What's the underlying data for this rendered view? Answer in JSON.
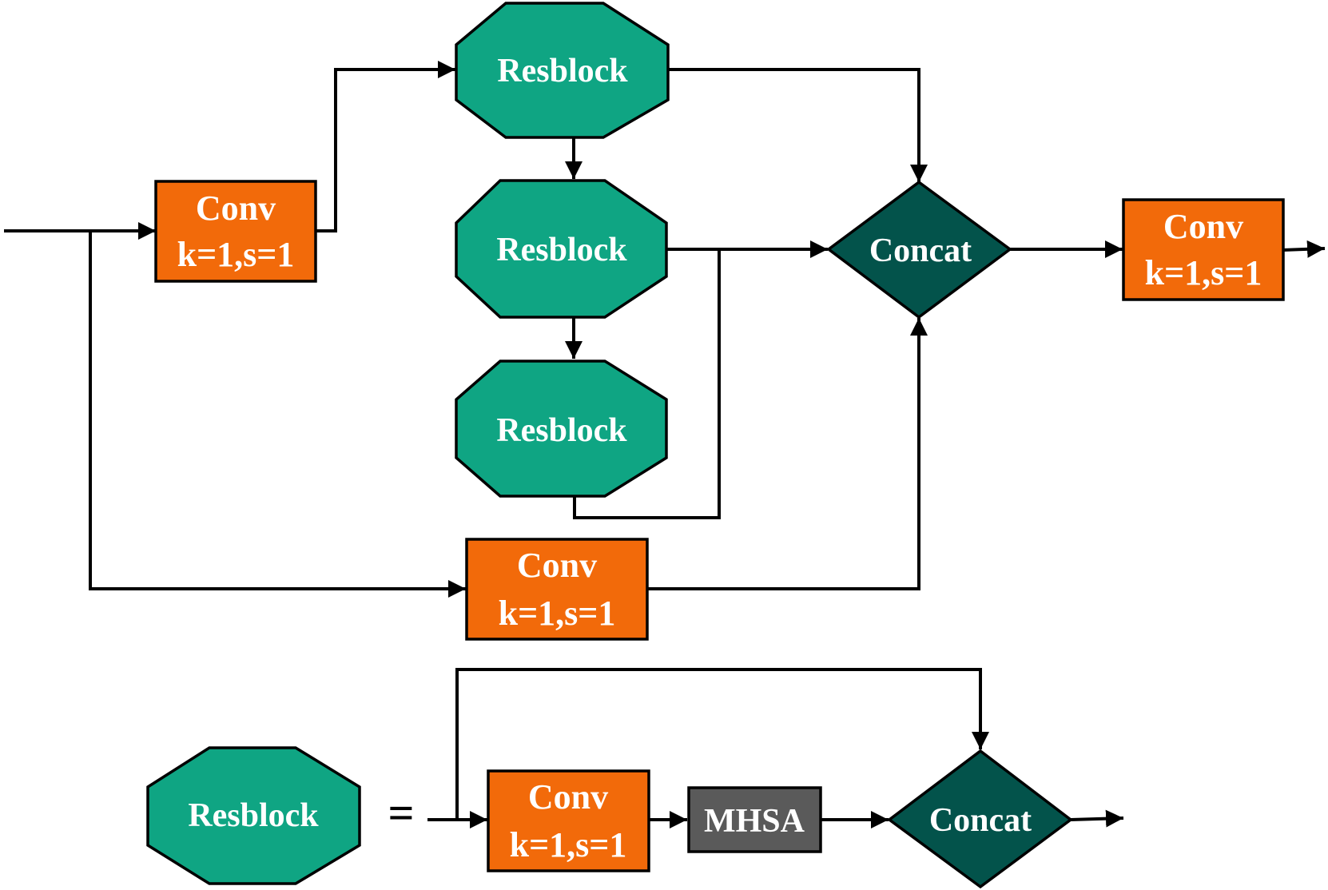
{
  "colors": {
    "conv": "#F26A0A",
    "resblock": "#0FA583",
    "concat": "#03534B",
    "mhsa": "#5A5A5A",
    "line": "#000000",
    "text": "#FFFFFF"
  },
  "top": {
    "conv_in": {
      "title": "Conv",
      "params": "k=1,s=1"
    },
    "resblock_1": {
      "label": "Resblock"
    },
    "resblock_2": {
      "label": "Resblock"
    },
    "resblock_3": {
      "label": "Resblock"
    },
    "conv_skip": {
      "title": "Conv",
      "params": "k=1,s=1"
    },
    "concat": {
      "label": "Concat"
    },
    "conv_out": {
      "title": "Conv",
      "params": "k=1,s=1"
    }
  },
  "bottom": {
    "resblock": {
      "label": "Resblock"
    },
    "equals": "=",
    "conv": {
      "title": "Conv",
      "params": "k=1,s=1"
    },
    "mhsa": {
      "label": "MHSA"
    },
    "concat": {
      "label": "Concat"
    }
  }
}
